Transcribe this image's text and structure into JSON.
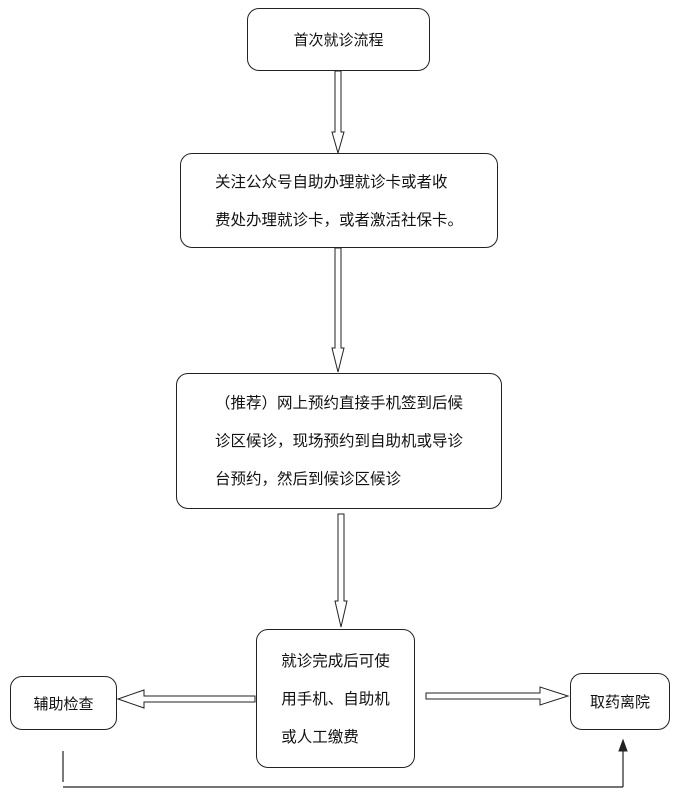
{
  "flowchart": {
    "start": {
      "label": "首次就诊流程"
    },
    "register": {
      "label": "关注公众号自助办理就诊卡或者收\n费处办理就诊卡，或者激活社保卡。"
    },
    "appointment": {
      "label": "（推荐）网上预约直接手机签到后候\n诊区候诊，现场预约到自助机或导诊\n台预约，然后到候诊区候诊"
    },
    "payment": {
      "label": "就诊完成后可使\n用手机、自助机\n或人工缴费"
    },
    "exam": {
      "label": "辅助检查"
    },
    "pharmacy": {
      "label": "取药离院"
    }
  }
}
